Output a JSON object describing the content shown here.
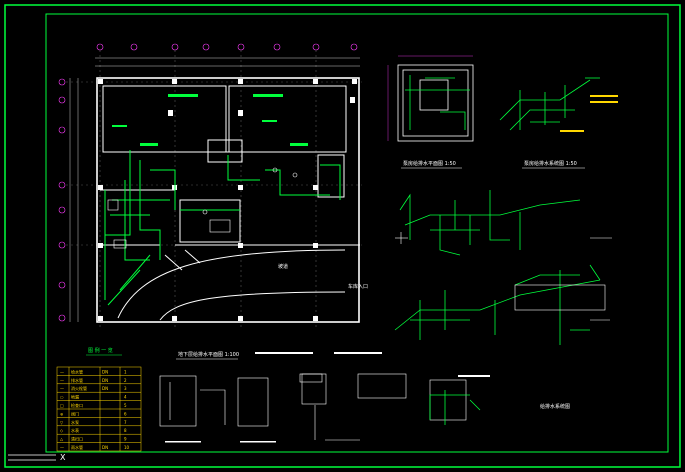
{
  "drawing": {
    "theme": {
      "background": "#000000",
      "border": "#00ff3c",
      "pipe": "#00ff3c",
      "wall": "#ffffff",
      "grid": "#ff3cff",
      "table_lines": "#ffd700"
    },
    "corner_mark": "X",
    "legend_table_title": "图 例 一 览",
    "plan_title": "地下层给排水平面图 1:100",
    "detail_titles": {
      "pump_room_plan": "泵房给排水平面图 1:50",
      "pump_room_system": "泵房给排水系统图 1:50",
      "system_diagram": "给排水系统图"
    },
    "plan_labels": {
      "ramp": "坡道",
      "car_entrance": "车库入口"
    },
    "legend_rows": [
      {
        "sym": "—",
        "name": "给水管",
        "spec": "DN",
        "n": "1"
      },
      {
        "sym": "—",
        "name": "排水管",
        "spec": "DN",
        "n": "2"
      },
      {
        "sym": "—",
        "name": "消火栓管",
        "spec": "DN",
        "n": "3"
      },
      {
        "sym": "○",
        "name": "地漏",
        "spec": "",
        "n": "4"
      },
      {
        "sym": "□",
        "name": "检查口",
        "spec": "",
        "n": "5"
      },
      {
        "sym": "⊕",
        "name": "阀门",
        "spec": "",
        "n": "6"
      },
      {
        "sym": "▽",
        "name": "水泵",
        "spec": "",
        "n": "7"
      },
      {
        "sym": "◇",
        "name": "水表",
        "spec": "",
        "n": "8"
      },
      {
        "sym": "△",
        "name": "清扫口",
        "spec": "",
        "n": "9"
      },
      {
        "sym": "—",
        "name": "雨水管",
        "spec": "DN",
        "n": "10"
      }
    ]
  }
}
